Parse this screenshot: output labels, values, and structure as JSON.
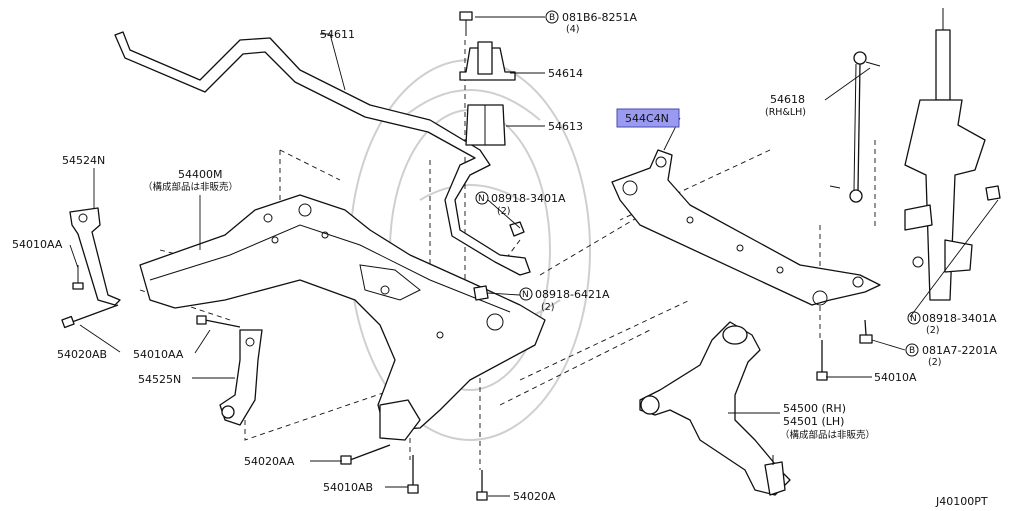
{
  "diagram_id": "J40100PT",
  "labels": {
    "p54611": "54611",
    "p54614": "54614",
    "p54613": "54613",
    "bolt_081B6": "081B6-8251A",
    "bolt_081B6_qty": "(4)",
    "p544C4N": "544C4N",
    "p54618": "54618",
    "p54618_side": "(RH&LH)",
    "p54524N": "54524N",
    "p54400M": "54400M",
    "p54400M_note": "（構成部品は非販売）",
    "p54010AA_a": "54010AA",
    "p54020AB": "54020AB",
    "p54010AA_b": "54010AA",
    "p54525N": "54525N",
    "nut_08918_3401A_a": "08918-3401A",
    "nut_08918_3401A_a_qty": "(2)",
    "nut_08918_6421A": "08918-6421A",
    "nut_08918_6421A_qty": "(2)",
    "nut_08918_3401A_b": "08918-3401A",
    "nut_08918_3401A_b_qty": "(2)",
    "bolt_081A7": "081A7-2201A",
    "bolt_081A7_qty": "(2)",
    "p54010A": "54010A",
    "p54500": "54500 (RH)",
    "p54501": "54501 (LH)",
    "p5450x_note": "（構成部品は非販売）",
    "p54020AA": "54020AA",
    "p54010AB": "54010AB",
    "p54020A": "54020A"
  },
  "symbols": {
    "B": "B",
    "N": "N"
  },
  "highlight_color": "#9a9af0"
}
